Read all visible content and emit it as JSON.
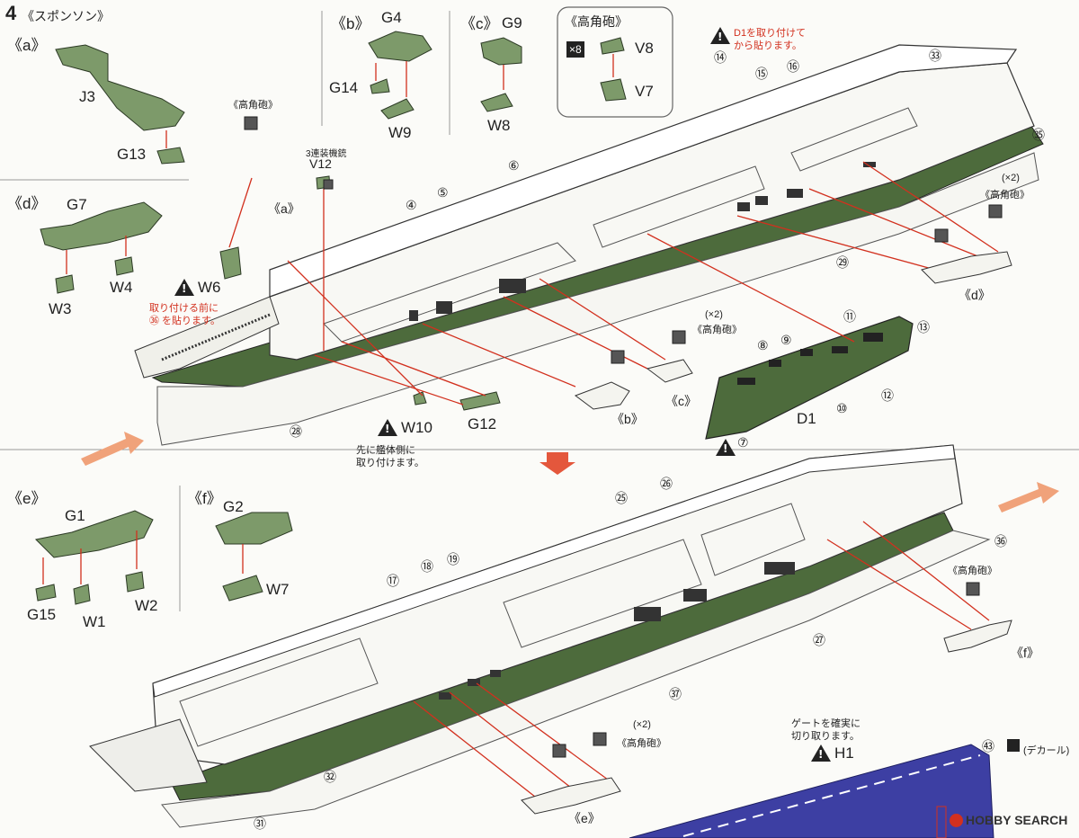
{
  "header": {
    "step_number": "4",
    "step_title": "《スポンソン》"
  },
  "subassemblies": {
    "a": {
      "tag": "《a》",
      "parts": [
        "J3",
        "G13"
      ]
    },
    "b": {
      "tag": "《b》",
      "parts": [
        "G4",
        "G14",
        "W9"
      ]
    },
    "c": {
      "tag": "《c》",
      "parts": [
        "G9",
        "W8"
      ]
    },
    "d": {
      "tag": "《d》",
      "parts": [
        "G7",
        "W3",
        "W4"
      ]
    },
    "e": {
      "tag": "《e》",
      "parts": [
        "G1",
        "G15",
        "W1",
        "W2"
      ]
    },
    "f": {
      "tag": "《f》",
      "parts": [
        "G2",
        "W7"
      ]
    }
  },
  "aa_gun_box": {
    "title": "《高角砲》",
    "qty": "×8",
    "parts": [
      "V8",
      "V7"
    ]
  },
  "labels": {
    "aa_gun": "《高角砲》",
    "aa_gun_x2": "(×2)",
    "triple_mg": "3連装機銃",
    "v12": "V12",
    "w6": "W6",
    "w6_note_1": "取り付ける前に",
    "w6_note_2": "㊱ を貼ります。",
    "w10": "W10",
    "w10_note_1": "先に艦体側に",
    "w10_note_2": "取り付けます。",
    "g12": "G12",
    "d1": "D1",
    "d1_note_1": "D1を取り付けて",
    "d1_note_2": "から貼ります。",
    "h1": "H1",
    "gate_note_1": "ゲートを確実に",
    "gate_note_2": "切り取ります。",
    "decal": "(デカール)",
    "tag_a": "《a》",
    "tag_b": "《b》",
    "tag_c": "《c》",
    "tag_d": "《d》",
    "tag_e": "《e》",
    "tag_f": "《f》"
  },
  "decal_numbers_top": [
    "④",
    "⑤",
    "⑥",
    "⑦",
    "⑧",
    "⑨",
    "⑩",
    "⑪",
    "⑫",
    "⑬",
    "⑭",
    "⑮",
    "⑯",
    "㉘",
    "㉙",
    "㉝",
    "㉟"
  ],
  "decal_numbers_bottom": [
    "⑰",
    "⑱",
    "⑲",
    "㉕",
    "㉖",
    "㉗",
    "㉛",
    "㉜",
    "㊱",
    "㊲",
    "㊸"
  ],
  "watermark": {
    "text": "HOBBY SEARCH"
  },
  "colors": {
    "part_green": "#7d9a6a",
    "hull_green": "#4d6b3c",
    "red_arrow": "#d2301e",
    "deck_blue": "#3d3fa3",
    "orange_arrow": "#f0a27a"
  }
}
